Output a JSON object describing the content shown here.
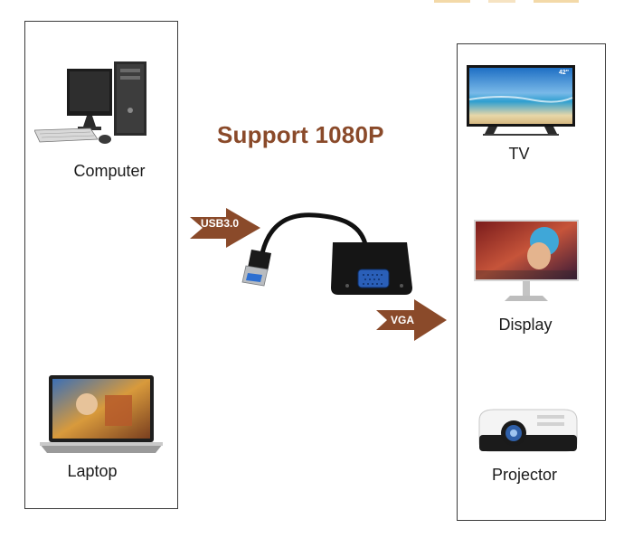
{
  "headline": "Support 1080P",
  "left_devices": [
    {
      "label": "Computer",
      "icon": "desktop-computer-icon"
    },
    {
      "label": "Laptop",
      "icon": "laptop-icon"
    }
  ],
  "right_devices": [
    {
      "label": "TV",
      "icon": "tv-icon",
      "screen_badge": "42\""
    },
    {
      "label": "Display",
      "icon": "monitor-icon"
    },
    {
      "label": "Projector",
      "icon": "projector-icon"
    }
  ],
  "arrows": {
    "input_label": "USB3.0",
    "output_label": "VGA"
  },
  "colors": {
    "headline": "#8a4a2a",
    "arrow": "#8a4a2a",
    "panel_border": "#3a3a3a"
  }
}
